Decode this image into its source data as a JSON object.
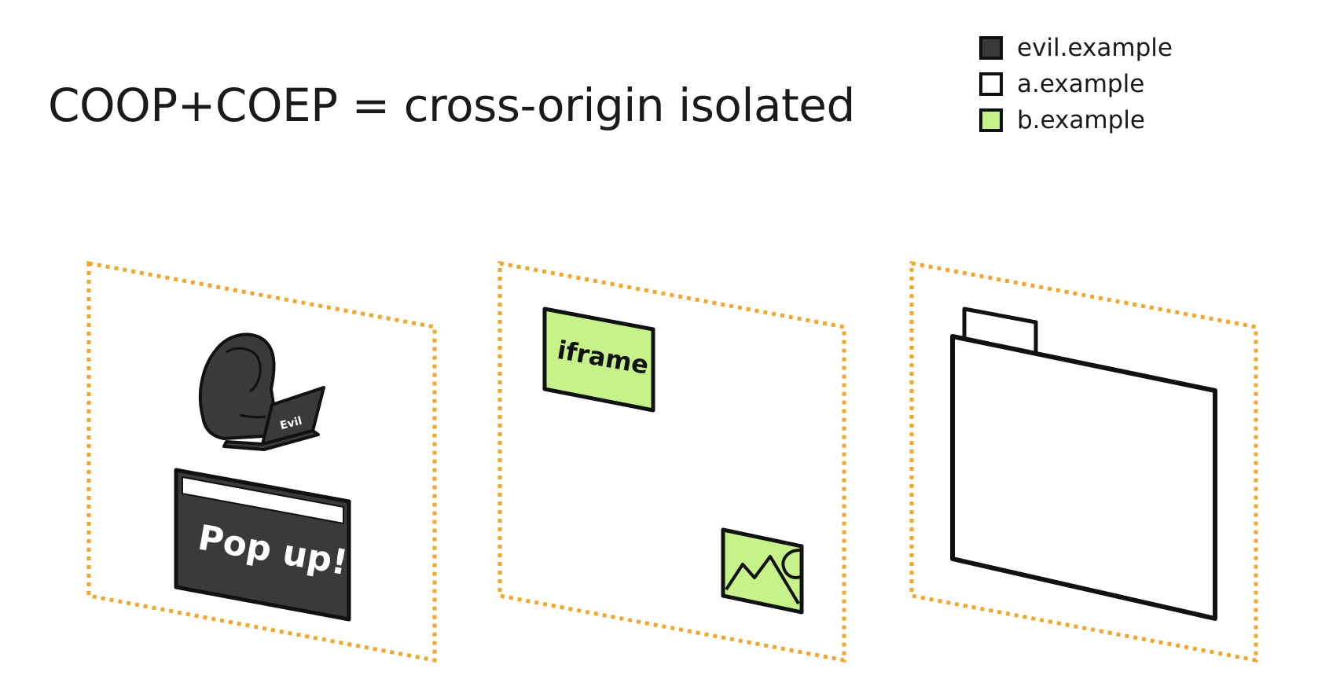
{
  "title": "COOP+COEP = cross-origin isolated",
  "legend": [
    {
      "label": "evil.example",
      "color": "#3a3a3a"
    },
    {
      "label": "a.example",
      "color": "#ffffff"
    },
    {
      "label": "b.example",
      "color": "#c6f28a"
    }
  ],
  "colors": {
    "frame_border": "#f2a72c",
    "outline": "#111111",
    "dark": "#3a3a3a",
    "green": "#c6f28a"
  },
  "panels": {
    "left": {
      "hacker_laptop_text": "Evil",
      "popup_text": "Pop up!"
    },
    "middle": {
      "iframe_text": "iframe"
    },
    "right": {}
  }
}
